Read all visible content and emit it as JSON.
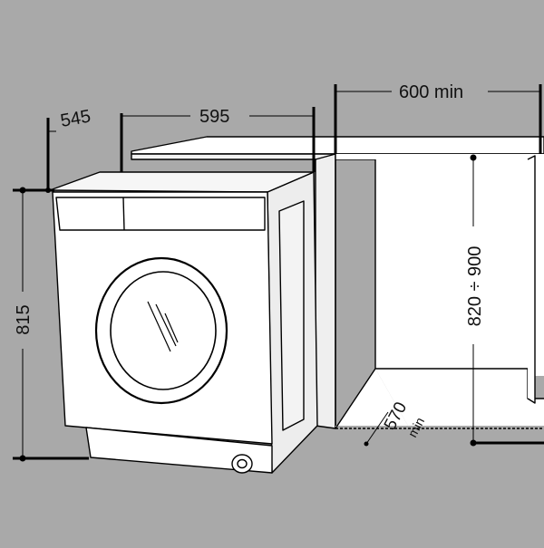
{
  "dimensions": {
    "depth": "545",
    "width": "595",
    "niche_width": "600 min",
    "height": "815",
    "niche_height": "820 ÷ 900",
    "niche_depth": "570",
    "niche_depth_unit": "min"
  },
  "colors": {
    "background": "#a9a9a9",
    "surface": "#ffffff",
    "line": "#000000"
  }
}
